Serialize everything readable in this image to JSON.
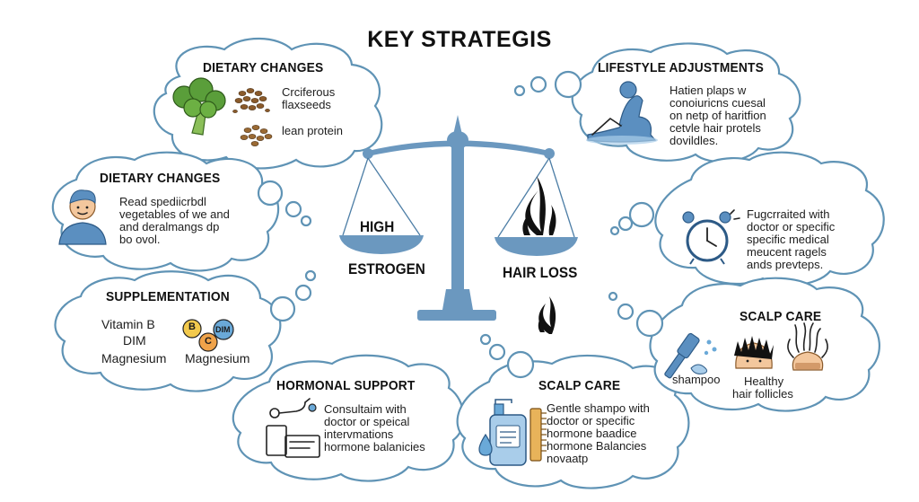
{
  "title": "KEY STRATEGIS",
  "scale": {
    "left_label": "HIGH",
    "left_sublabel": "ESTROGEN",
    "right_label": "HAIR LOSS"
  },
  "bubbles": {
    "dietary1": {
      "heading": "DIETARY CHANGES",
      "lines": [
        "Crciferous",
        "flaxseeds",
        "lean protein"
      ]
    },
    "dietary2": {
      "heading": "DIETARY CHANGES",
      "lines": [
        "Read spediicrbdl",
        "vegetables of we and",
        "and deralmangs dp",
        "bo ovol."
      ]
    },
    "supplementation": {
      "heading": "SUPPLEMENTATION",
      "lines": [
        "Vitamin B",
        "DIM",
        "Magnesium"
      ],
      "icon_text": {
        "b": "B",
        "c": "C",
        "dim": "DIM",
        "caption": "Magnesium"
      }
    },
    "hormonal": {
      "heading": "HORMONAL SUPPORT",
      "lines": [
        "Consultaim with",
        "doctor or speical",
        "intervmations",
        "hormone balanicies"
      ]
    },
    "scalp_bottom": {
      "heading": "SCALP CARE",
      "lines": [
        "Gentle shampo with",
        "doctor or specific",
        "hormone baadice",
        "hormone Balancies",
        "novaatp"
      ]
    },
    "lifestyle": {
      "heading": "LIFESTYLE ADJUSTMENTS",
      "lines": [
        "Hatien plaps w",
        "conoiuricns cuesal",
        "on netp of haritfion",
        "cetvle hair protels",
        "dovildles."
      ]
    },
    "medical": {
      "lines": [
        "Fugcrraited with",
        "doctor or specific",
        "specific medical",
        "meucent ragels",
        "ands prevteps."
      ]
    },
    "scalp_right": {
      "heading": "SCALP CARE",
      "captions": [
        "shampoo",
        "Healthy",
        "hair follicles"
      ]
    }
  },
  "colors": {
    "cloud_stroke": "#5f93b5",
    "scale_fill": "#6b98bf",
    "icon_blue": "#5b8fc0",
    "hair": "#111111",
    "supp_yellow": "#f2c94c",
    "supp_orange": "#f0a34a",
    "supp_blue": "#6aa9d8"
  }
}
